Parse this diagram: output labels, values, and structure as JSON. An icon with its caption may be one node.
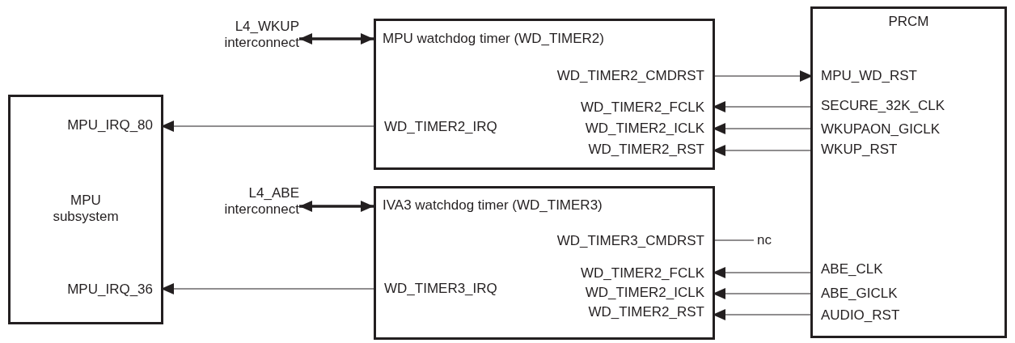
{
  "diagram": {
    "nodes": [
      {
        "text": [
          "L4_WKUP interconnect"
        ]
      },
      {
        "text": [
          "MPU watchdog timer (WD_TIMER2)"
        ]
      },
      {
        "text": [
          "WD_TIMER2_CMDRST"
        ],
        "in": 1
      },
      {
        "text": [
          "WD_TIMER2_FCLK"
        ],
        "in": 1
      },
      {
        "text": [
          "WD_TIMER2_IRQ"
        ],
        "in": 1
      },
      {
        "text": [
          "WD_TIMER2_ICLK"
        ],
        "in": 1
      },
      {
        "text": [
          "WD_TIMER2_RST"
        ],
        "in": 1
      },
      {
        "text": [
          "PRCM"
        ]
      },
      {
        "text": [
          "MPU_WD_RST"
        ],
        "in": 7
      },
      {
        "text": [
          "SECURE_32K_CLK"
        ],
        "in": 7
      },
      {
        "text": [
          "WKUPAON_GICLK"
        ],
        "in": 7
      },
      {
        "text": [
          "WKUP_RST"
        ],
        "in": 7
      },
      {
        "text": [
          "MPU subsystem"
        ]
      },
      {
        "text": [
          "MPU_IRQ_80"
        ],
        "in": 12
      },
      {
        "text": [
          "MPU_IRQ_36"
        ],
        "in": 12
      },
      {
        "text": [
          "L4_ABE interconnect"
        ]
      },
      {
        "text": [
          "IVA3 watchdog timer (WD_TIMER3)"
        ]
      },
      {
        "text": [
          "WD_TIMER3_CMDRST"
        ],
        "in": 16
      },
      {
        "text": [
          "WD_TIMER3_IRQ"
        ],
        "in": 16
      },
      {
        "text": [
          "WD_TIMER2_FCLK"
        ],
        "in": 16
      },
      {
        "text": [
          "WD_TIMER2_ICLK"
        ],
        "in": 16
      },
      {
        "text": [
          "WD_TIMER2_RST"
        ],
        "in": 16
      },
      {
        "text": [
          "nc"
        ]
      },
      {
        "text": [
          "ABE_CLK"
        ],
        "in": 7
      },
      {
        "text": [
          "ABE_GICLK"
        ],
        "in": 7
      },
      {
        "text": [
          "AUDIO_RST"
        ],
        "in": 7
      }
    ],
    "edges": [
      {
        "from": 0,
        "to": 1,
        "arrow": "both",
        "style": "thick"
      },
      {
        "from": 2,
        "to": 8,
        "arrow": "to"
      },
      {
        "from": 9,
        "to": 3,
        "arrow": "to"
      },
      {
        "from": 10,
        "to": 5,
        "arrow": "to"
      },
      {
        "from": 11,
        "to": 6,
        "arrow": "to"
      },
      {
        "from": 4,
        "to": 13,
        "arrow": "to"
      },
      {
        "from": 15,
        "to": 16,
        "arrow": "both",
        "style": "thick"
      },
      {
        "from": 17,
        "to": 22,
        "arrow": "none"
      },
      {
        "from": 23,
        "to": 19,
        "arrow": "to"
      },
      {
        "from": 24,
        "to": 20,
        "arrow": "to"
      },
      {
        "from": 25,
        "to": 21,
        "arrow": "to"
      },
      {
        "from": 18,
        "to": 14,
        "arrow": "to"
      }
    ]
  }
}
